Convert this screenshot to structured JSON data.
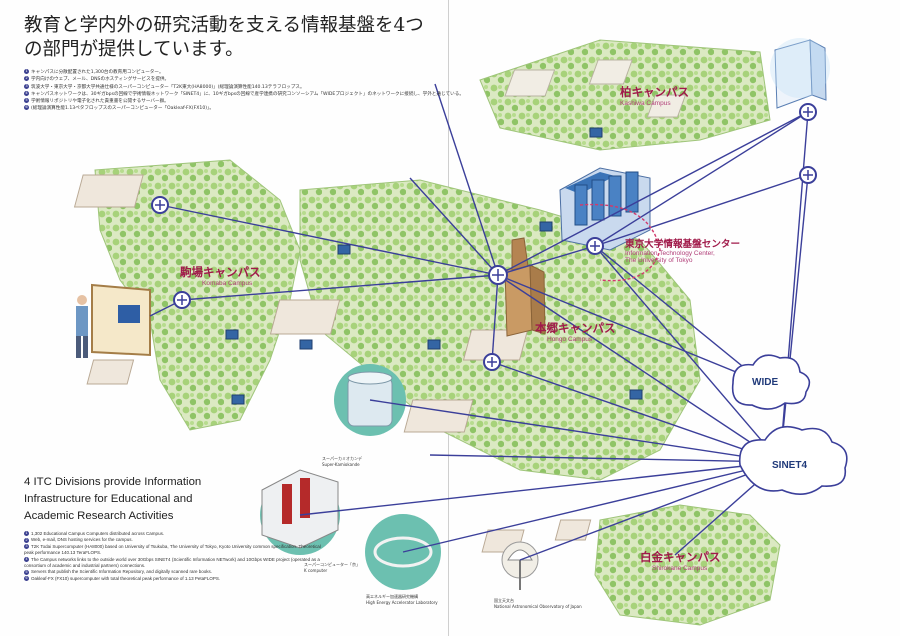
{
  "heading_jp": "教育と学内外の研究活動を支える情報基盤を4つの部門が提供しています。",
  "list_jp": [
    "キャンパスに分散配置された1,300台の教育用コンピューター。",
    "学内向けのウェブ、メール、DNSのホスティングサービスを提供。",
    "筑波大学・東京大学・京都大学共通仕様のスーパーコンピューター「T2K東大(HA8000)」(総理論演算性能140.13テラフロップス。",
    "キャンパスネットワークは、30ギガbpsの回線で学術情報ネットワーク「SINET4」に、10ギガbpsの回線で産学連携の研究コンソーシアム「WIDEプロジェクト」のネットワークに接続し、学外と通じている。",
    "学術情報リポジトリや電子化された貴重書を公開するサーバー群。",
    "(総理論演算性能1.13ペタフロップスのスーパーコンピューター「Oakleaf-FX(FX10)」。"
  ],
  "heading_en": "4 ITC Divisions provide Information Infrastructure for Educational and Academic Research Activities",
  "list_en": [
    "1,302 Educational Campus Computers distributed across Campus.",
    "Web, e-mail, DNS hosting services for the campus.",
    "T2K Todai Supercomputer (HA8000) based on University of Tsukuba, The University of Tokyo, Kyoto University common specification. Theoretical peak performance 140.13 TeraFLOPS.",
    "The Campus networks links to the outside world over 30Gbps SINET4 (Scientific Information NETwork) and 10Gbps WIDE project (operated as a consortium of academic and industrial partners) connections.",
    "Servers that publish the Scientific Information Repository, and digitally scanned rare books.",
    "Oakleaf-FX (FX10) supercomputer with total theoretical peak performance of 1.13 PetaFLOPS."
  ],
  "campuses": {
    "kashiwa": {
      "jp": "柏キャンパス",
      "en": "Kashiwa Campus"
    },
    "komaba": {
      "jp": "駒場キャンパス",
      "en": "Komaba Campus"
    },
    "hongo": {
      "jp": "本郷キャンパス",
      "en": "Hongo Campus"
    },
    "shirokane": {
      "jp": "白金キャンパス",
      "en": "Shirokane Campus"
    }
  },
  "itc": {
    "jp": "東京大学情報基盤センター",
    "en1": "Information Technology Center,",
    "en2": "The University of Tokyo"
  },
  "networks": {
    "wide": "WIDE",
    "sinet": "SINET4"
  },
  "facilities": {
    "kamiokande_jp": "スーパーカミオカンデ",
    "kamiokande_en": "Super-Kamiokande",
    "kek_jp": "高エネルギー加速器研究機構",
    "kek_en": "High Energy Accelerator Laboratory",
    "naoj_jp": "国立天文台",
    "naoj_en": "National Astronomical Observatory of Japan",
    "k_jp": "スーパーコンピューター「京」",
    "k_en": "K computer"
  },
  "colors": {
    "link": "#3b3f9a",
    "campus_label": "#a01a4a",
    "tree": "#9fce6e",
    "ground": "#e9f0d8",
    "teal": "#5fb6a8"
  }
}
